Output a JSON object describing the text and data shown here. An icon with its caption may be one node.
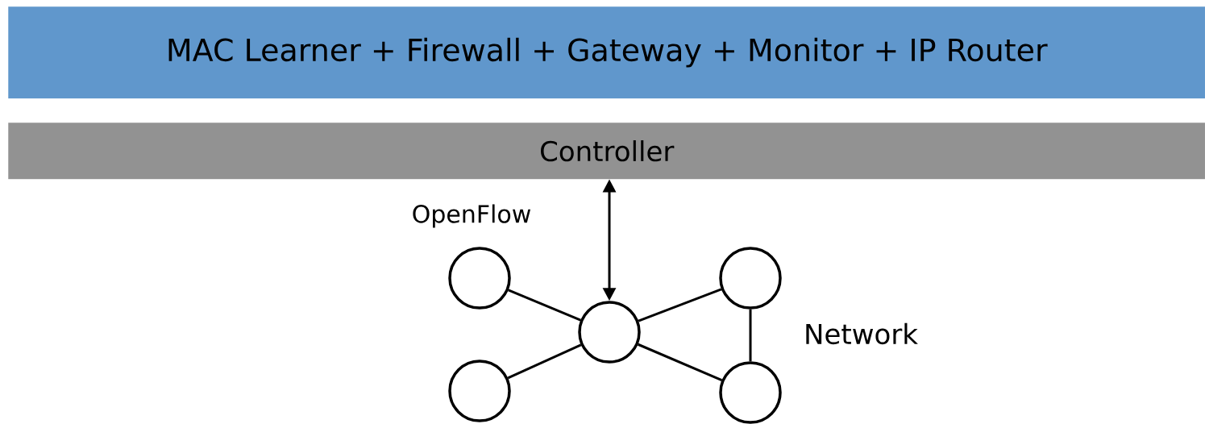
{
  "diagram": {
    "nodes": [
      {
        "text": [
          "MAC Learner + Firewall + Gateway + Monitor + IP Router"
        ]
      },
      {
        "text": [
          "Controller"
        ]
      },
      {
        "text": [],
        "shape": "circle"
      },
      {
        "text": [],
        "shape": "circle"
      },
      {
        "text": [],
        "shape": "circle"
      },
      {
        "text": [],
        "shape": "circle"
      },
      {
        "text": [],
        "shape": "circle"
      }
    ],
    "edges": [
      {
        "from": 4,
        "to": 1,
        "arrow": "both"
      },
      {
        "from": 2,
        "to": 4,
        "arrow": "none"
      },
      {
        "from": 4,
        "to": 3,
        "arrow": "none"
      },
      {
        "from": 5,
        "to": 4,
        "arrow": "none"
      },
      {
        "from": 4,
        "to": 6,
        "arrow": "none"
      },
      {
        "from": 3,
        "to": 6,
        "arrow": "none"
      }
    ],
    "labels": [
      "OpenFlow",
      "Network"
    ]
  }
}
